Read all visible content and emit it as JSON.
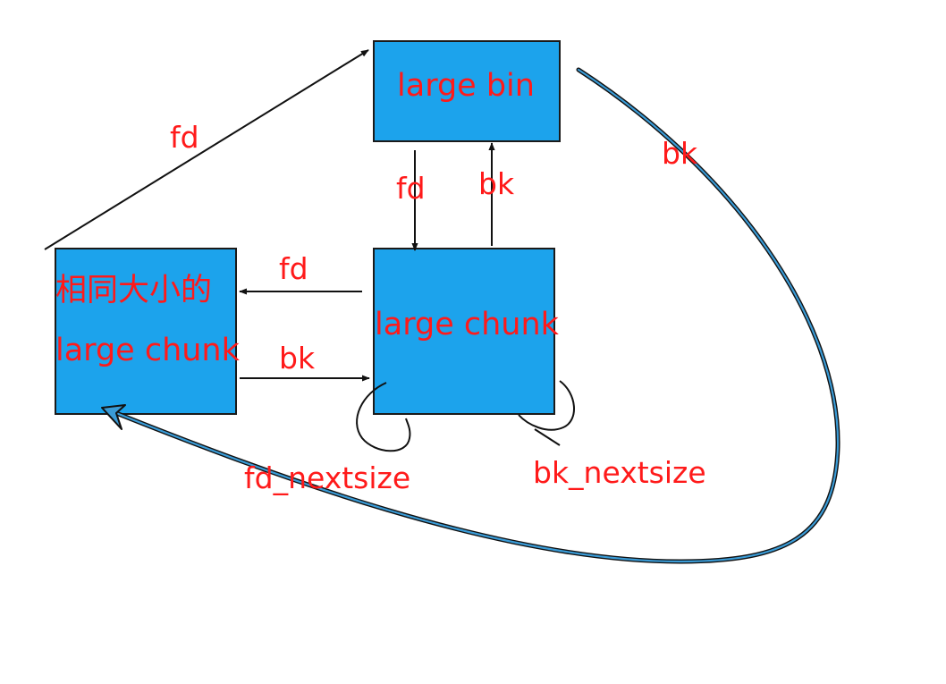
{
  "nodes": {
    "large_bin": {
      "label": "large bin"
    },
    "large_chunk": {
      "label": "large chunk"
    },
    "same_size_chunk": {
      "line1": "相同大小的",
      "line2": "large chunk"
    }
  },
  "edges": {
    "chunk_to_bin_outer_fd": "fd",
    "bin_to_chunk_fd": "fd",
    "chunk_to_bin_bk": "bk",
    "bin_to_chunk_outer_bk": "bk",
    "chunk_to_same_fd": "fd",
    "same_to_chunk_bk": "bk",
    "fd_nextsize": "fd_nextsize",
    "bk_nextsize": "bk_nextsize"
  },
  "colors": {
    "box_fill": "#1ca3ec",
    "label": "#ff1a1a"
  }
}
